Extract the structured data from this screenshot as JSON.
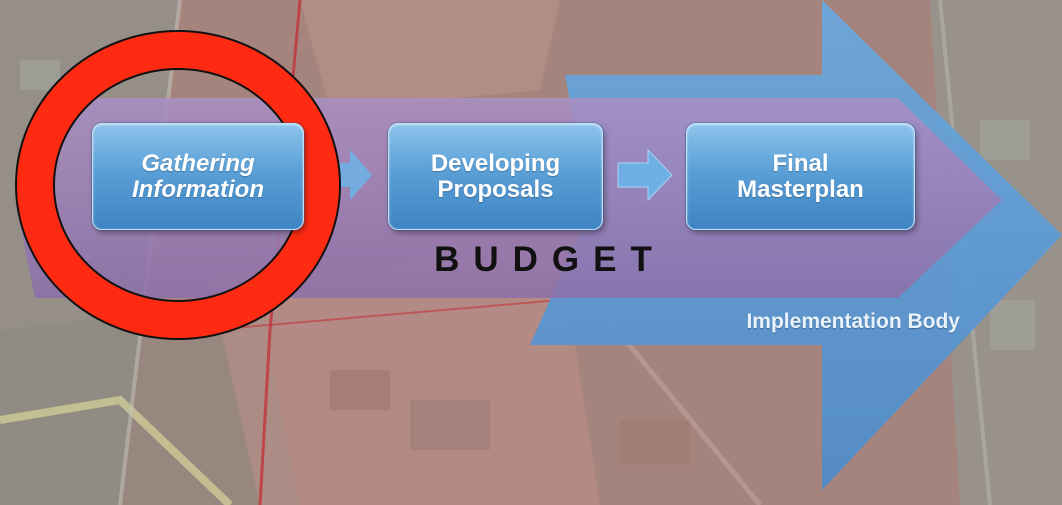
{
  "diagram": {
    "steps": [
      {
        "label": "Gathering\nInformation"
      },
      {
        "label": "Developing\nProposals"
      },
      {
        "label": "Final\nMasterplan"
      }
    ],
    "budget_label": "BUDGET",
    "implementation_label": "Implementation Body",
    "highlight": {
      "color": "#ff2a12",
      "outline": "#111111"
    }
  },
  "colors": {
    "big_arrow": "#5b9bd5",
    "budget_band": "#9b7fb5",
    "step_box": "#5a9fd6",
    "small_arrow": "#6fb0e4",
    "background": "#a8867f"
  }
}
